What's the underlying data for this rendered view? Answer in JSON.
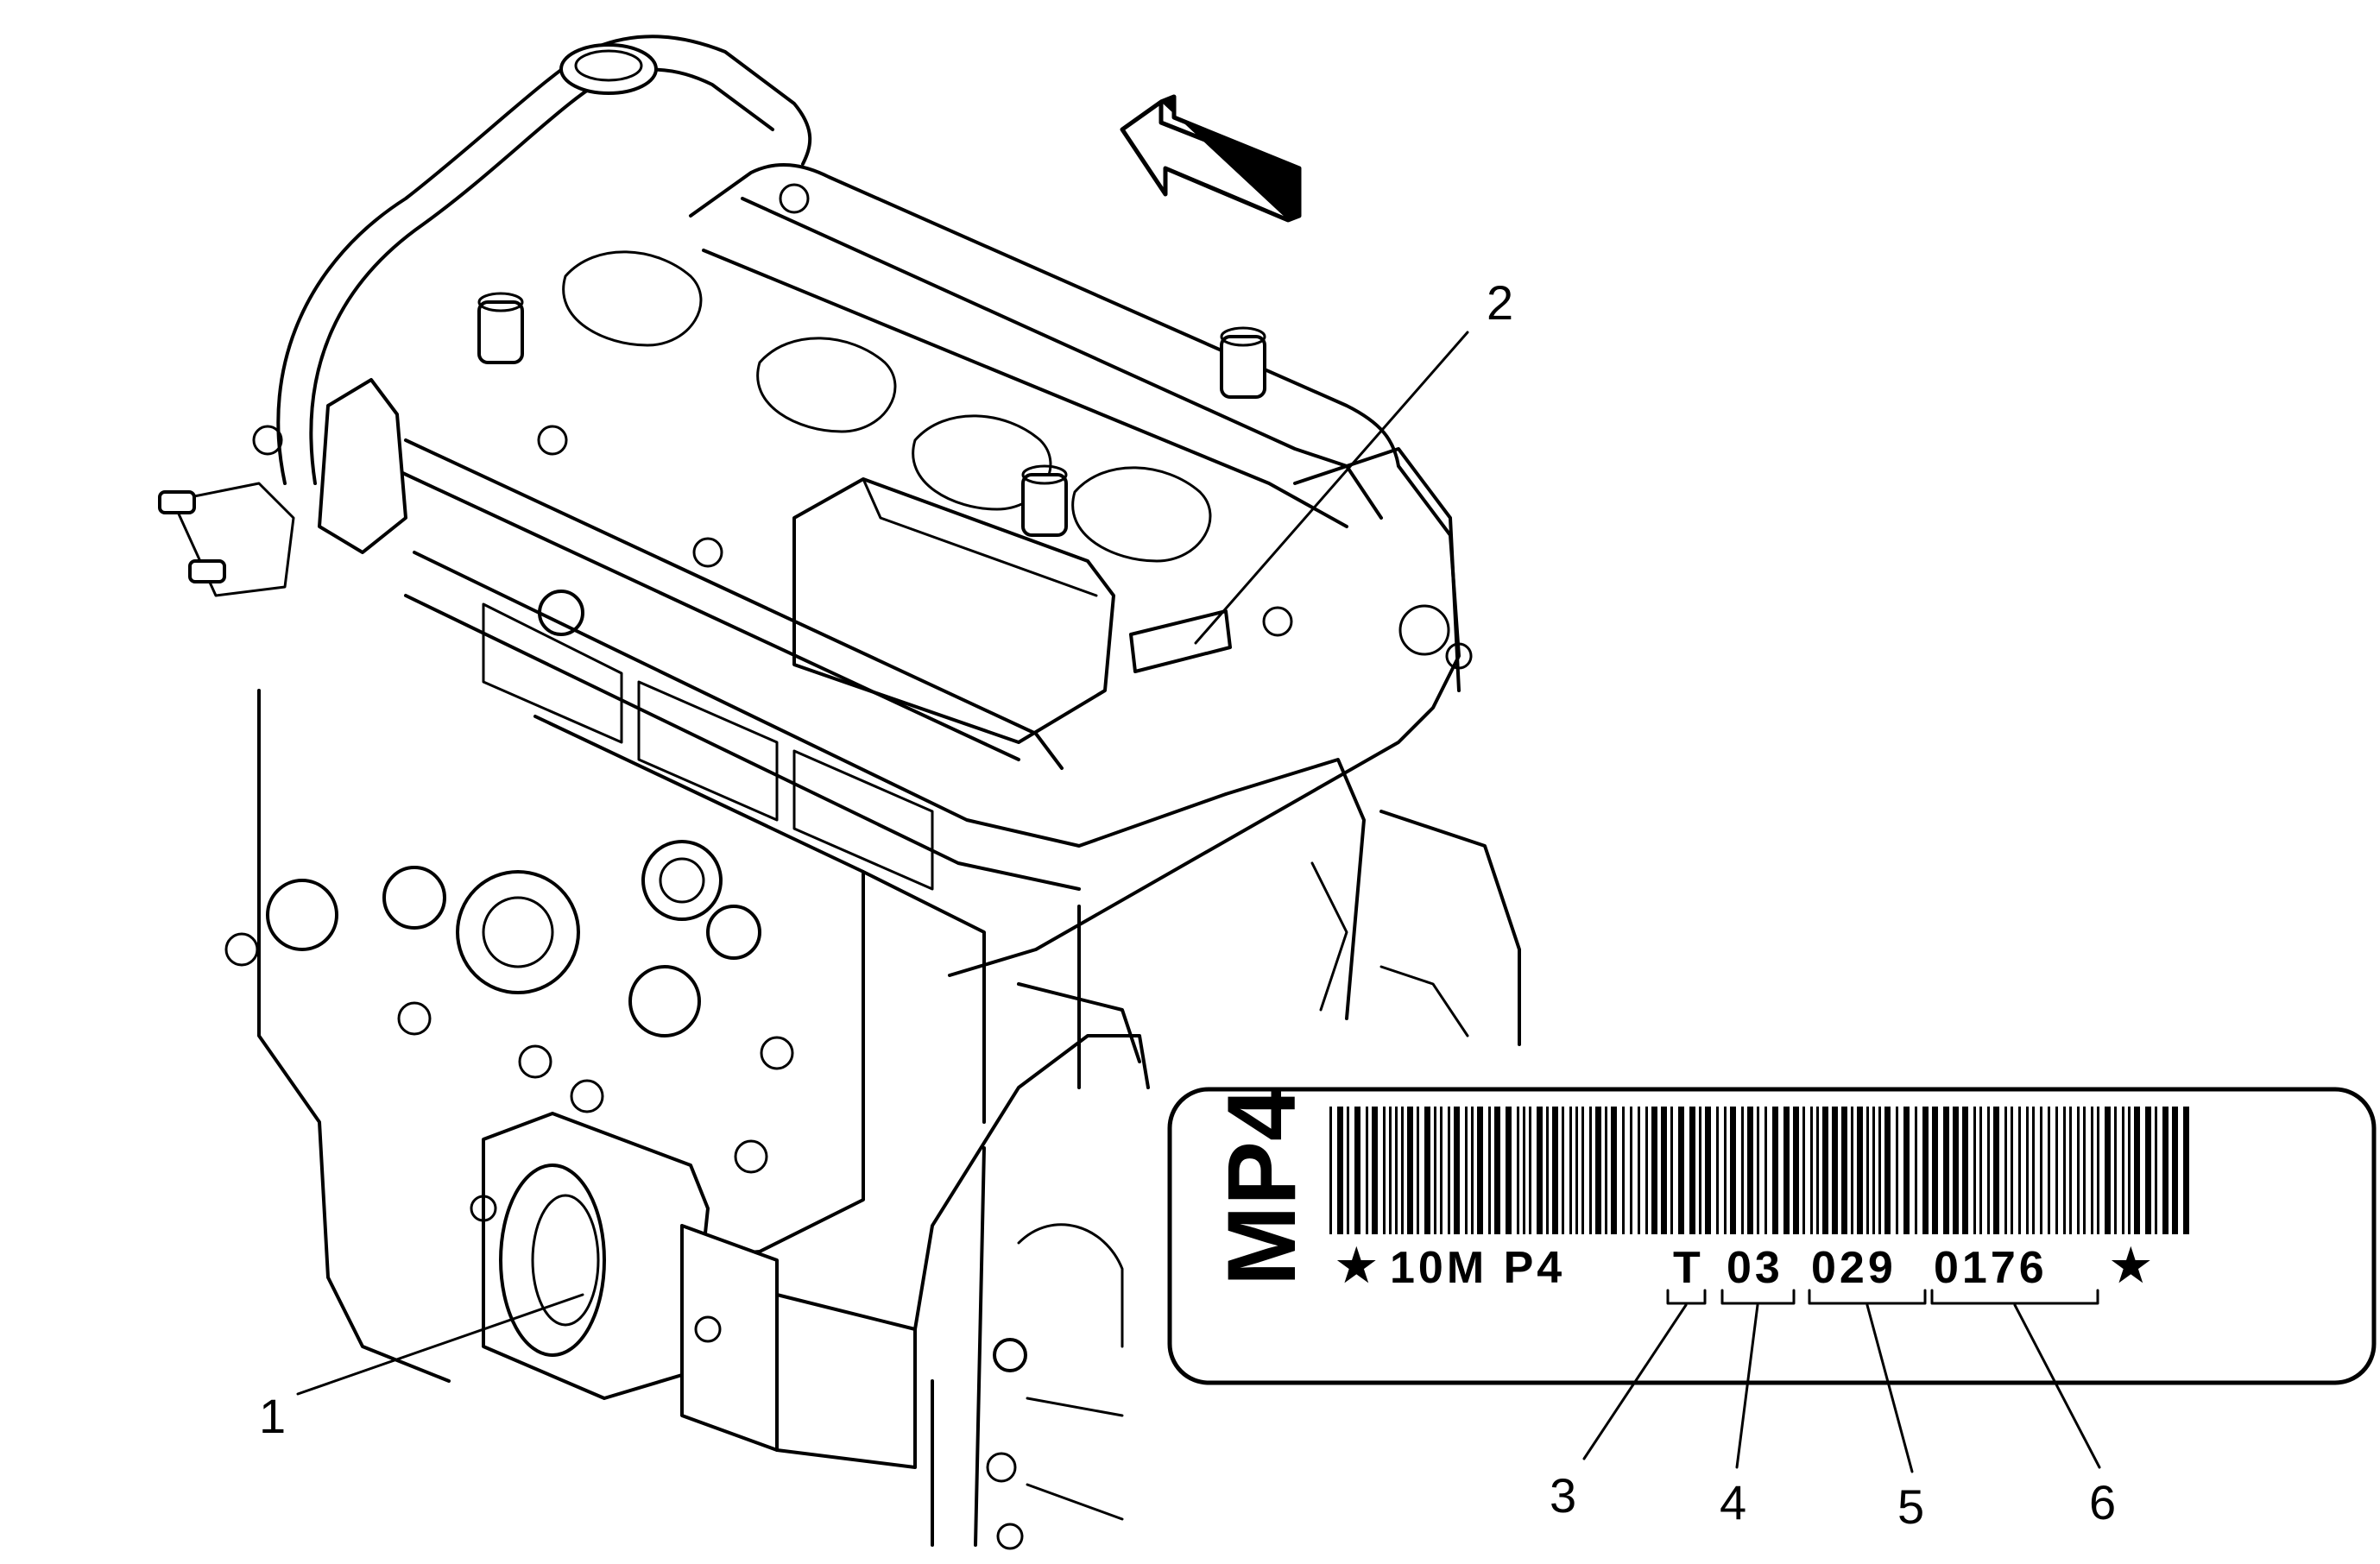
{
  "callouts": [
    {
      "id": "1",
      "text": "1"
    },
    {
      "id": "2",
      "text": "2"
    },
    {
      "id": "3",
      "text": "3"
    },
    {
      "id": "4",
      "text": "4"
    },
    {
      "id": "5",
      "text": "5"
    },
    {
      "id": "6",
      "text": "6"
    }
  ],
  "label": {
    "vertical_code": "MP4",
    "star": "★",
    "prefix": "10M P4",
    "field_3": "T",
    "field_4": "03",
    "field_5": "029",
    "field_6": "0176"
  },
  "icons": [
    "direction-arrow-icon",
    "barcode-icon"
  ],
  "colors": {
    "line": "#000000",
    "background": "#ffffff"
  }
}
